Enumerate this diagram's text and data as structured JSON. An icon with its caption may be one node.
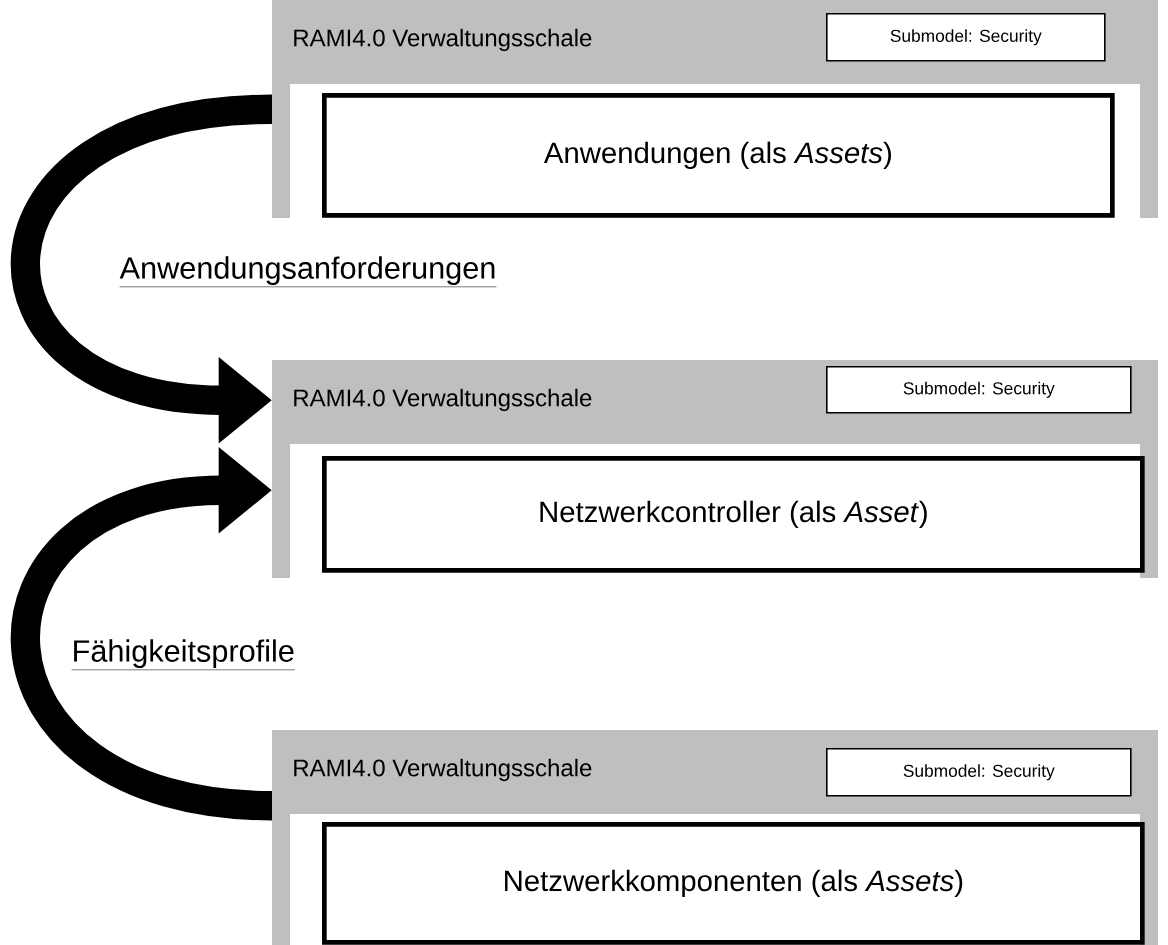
{
  "diagram": {
    "nodes": [
      {
        "text": [
          "RAMI4.0 Verwaltungsschale"
        ]
      },
      {
        "text": [
          "Submodel: Security"
        ],
        "in": 0
      },
      {
        "text": [
          "Anwendungen (als *Assets*)"
        ],
        "in": 0
      },
      {
        "text": [
          "RAMI4.0 Verwaltungsschale"
        ]
      },
      {
        "text": [
          "Submodel: Security"
        ],
        "in": 3
      },
      {
        "text": [
          "Netzwerkcontroller (als *Asset*)"
        ],
        "in": 3
      },
      {
        "text": [
          "RAMI4.0 Verwaltungsschale"
        ]
      },
      {
        "text": [
          "Submodel: Security"
        ],
        "in": 6
      },
      {
        "text": [
          "Netzwerkkomponenten (als *Assets*)"
        ],
        "in": 6
      }
    ],
    "edges": [
      {
        "from": 0,
        "to": 3,
        "arrow": "to",
        "label": "Anwendungsanforderungen"
      },
      {
        "from": 6,
        "to": 3,
        "arrow": "to",
        "label": "Fähigkeitsprofile"
      }
    ]
  }
}
